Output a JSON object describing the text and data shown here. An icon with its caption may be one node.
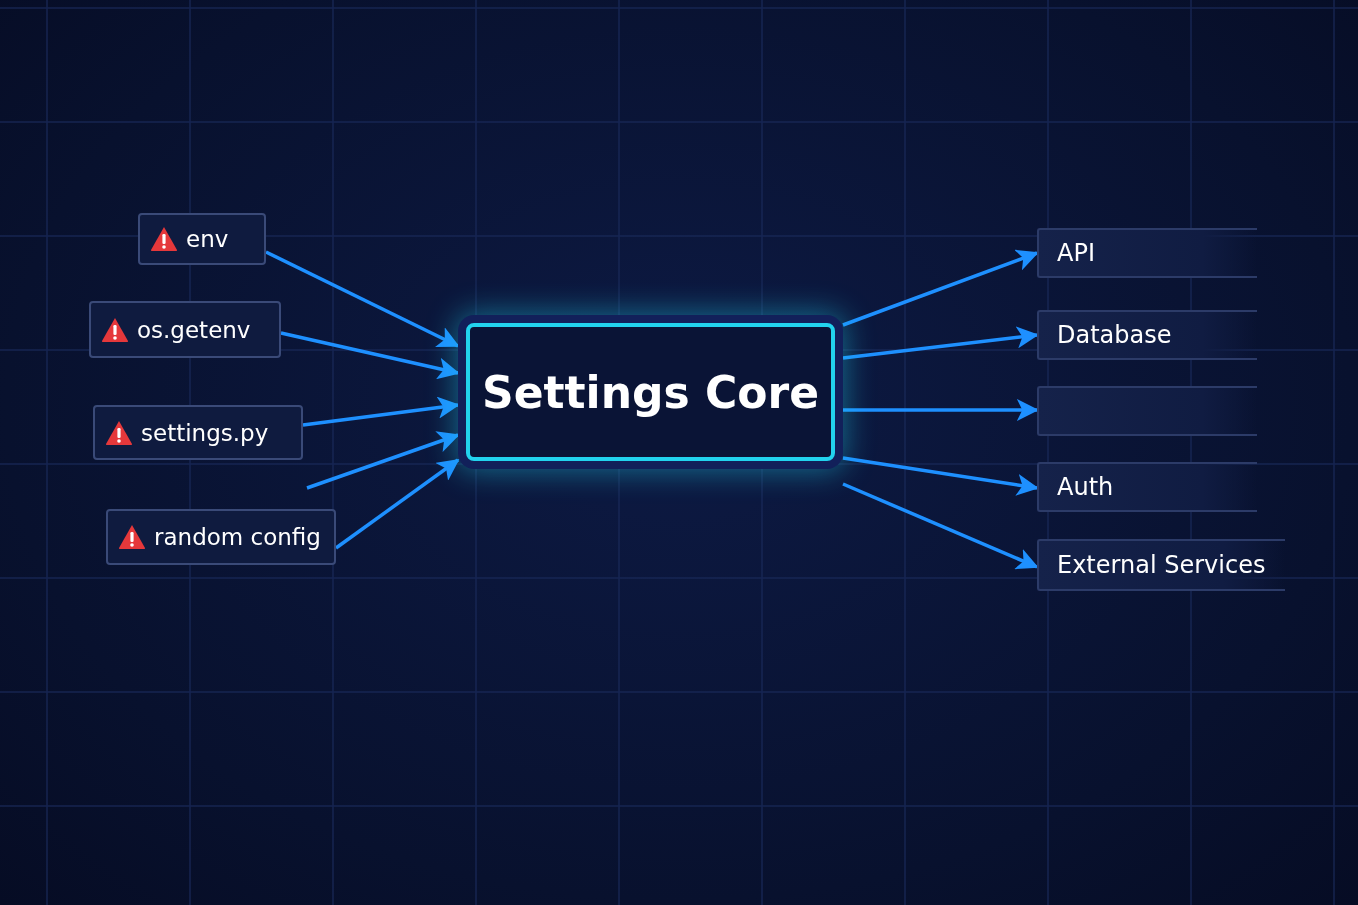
{
  "diagram": {
    "nodes": [
      {
        "text": [
          "env"
        ]
      },
      {
        "text": [
          "os.getenv"
        ]
      },
      {
        "text": [
          "settings.py"
        ]
      },
      {
        "text": [
          "random config"
        ]
      },
      {
        "text": [
          "Settings Core"
        ]
      },
      {
        "text": [
          "API"
        ]
      },
      {
        "text": [
          "Database"
        ]
      },
      {
        "text": [],
        "shape": "box"
      },
      {
        "text": [
          "Auth"
        ]
      },
      {
        "text": [
          "External Services"
        ]
      }
    ],
    "edges": [
      {
        "from": 0,
        "to": 4,
        "arrow": "to"
      },
      {
        "from": 1,
        "to": 4,
        "arrow": "to"
      },
      {
        "from": 2,
        "to": 4,
        "arrow": "to"
      },
      {
        "from": null,
        "to": 4,
        "arrow": "to"
      },
      {
        "from": 3,
        "to": 4,
        "arrow": "to"
      },
      {
        "from": 4,
        "to": 5,
        "arrow": "to"
      },
      {
        "from": 4,
        "to": 6,
        "arrow": "to"
      },
      {
        "from": 4,
        "to": 7,
        "arrow": "to"
      },
      {
        "from": 4,
        "to": 8,
        "arrow": "to"
      },
      {
        "from": 4,
        "to": 9,
        "arrow": "to"
      }
    ]
  }
}
